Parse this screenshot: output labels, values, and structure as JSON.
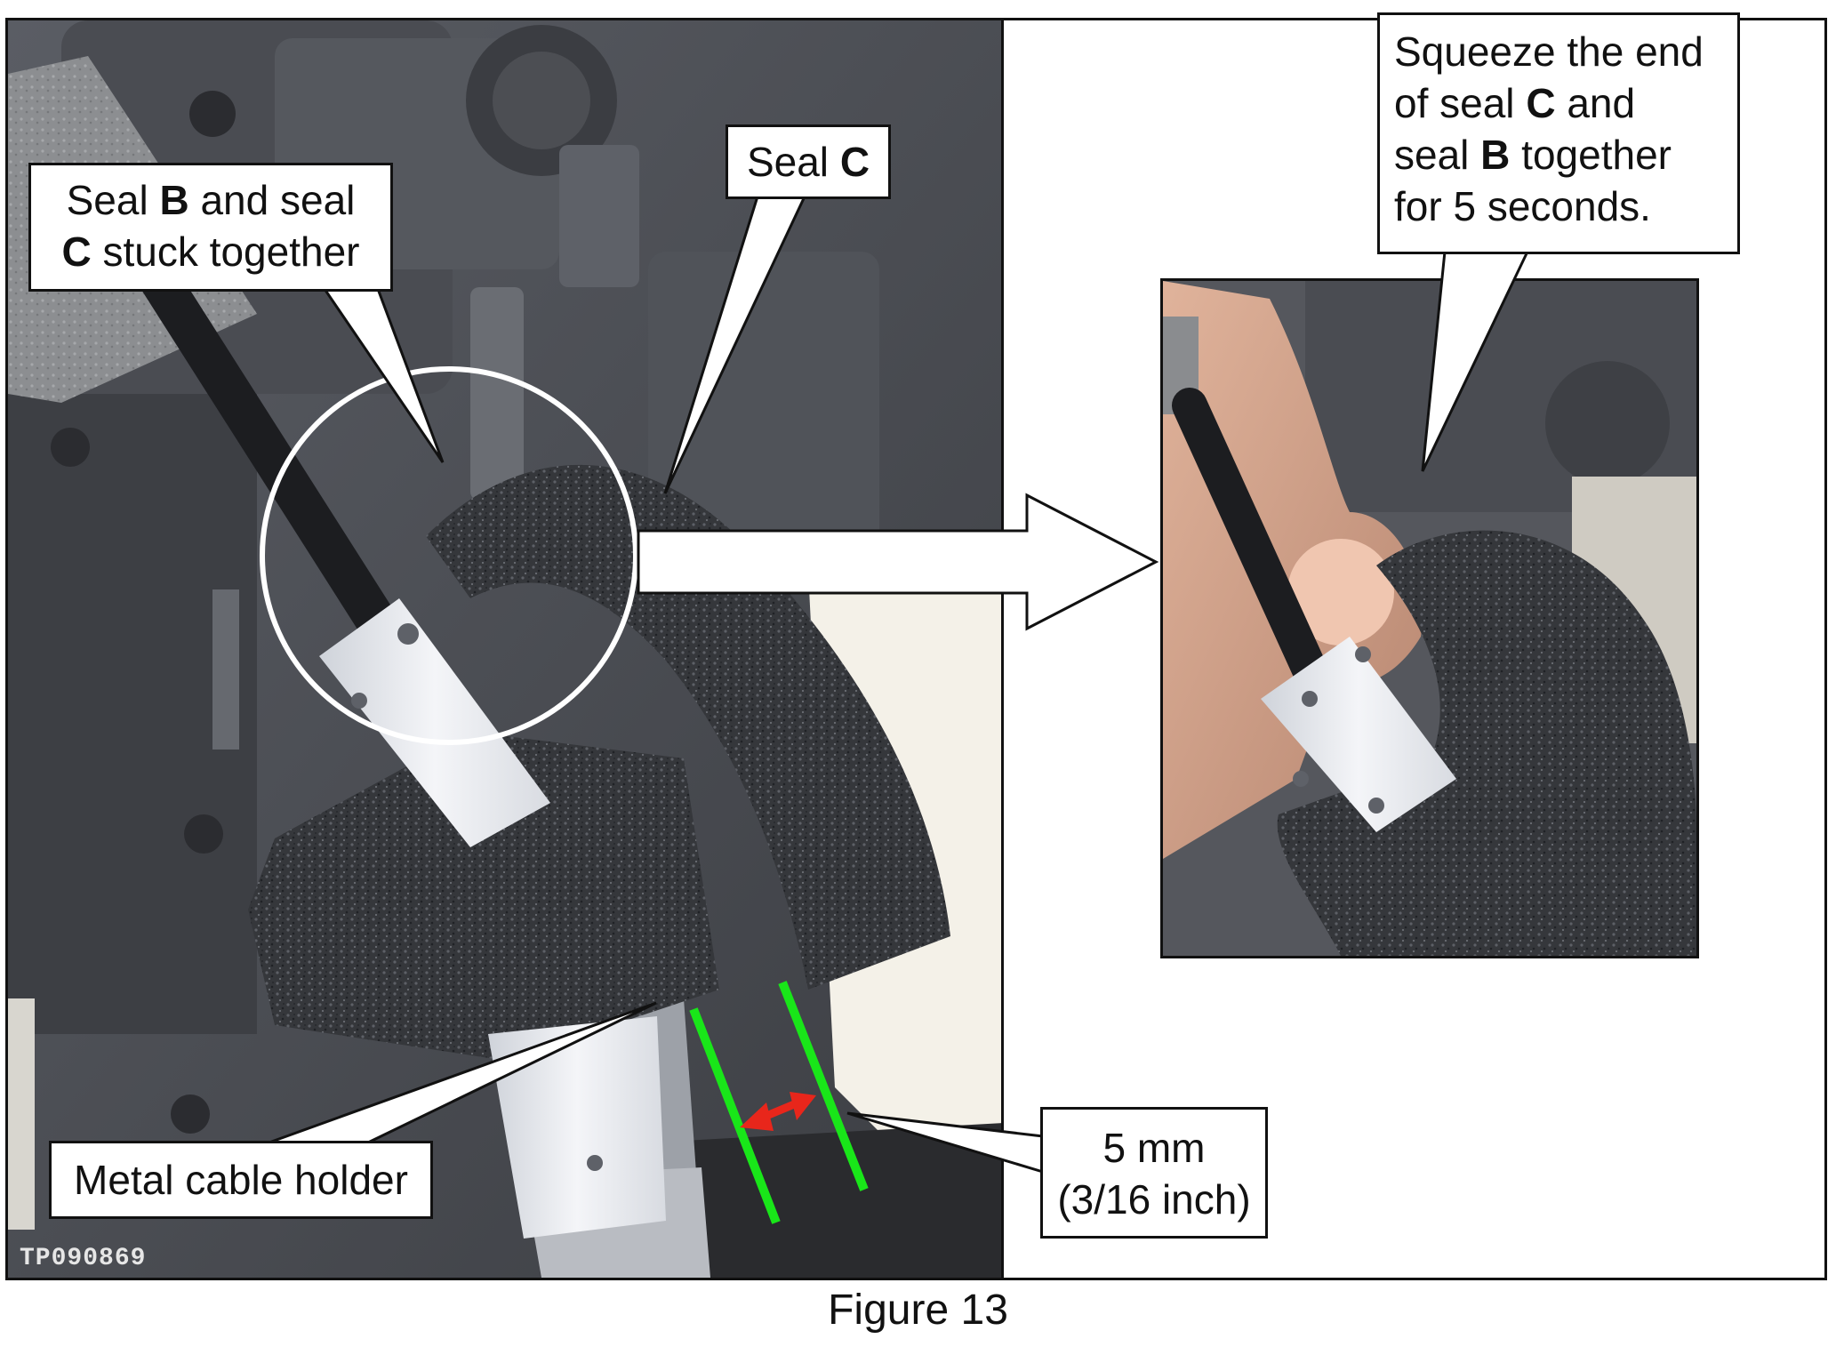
{
  "callouts": {
    "seal_b_and_c": {
      "line1_a": "Seal ",
      "line1_b": "B",
      "line1_c": " and seal",
      "line2_a": "C",
      "line2_b": " stuck together"
    },
    "seal_c": {
      "a": "Seal ",
      "b": "C"
    },
    "squeeze": {
      "line1": "Squeeze the end",
      "line2_a": "of seal ",
      "line2_b": "C",
      "line2_c": " and",
      "line3_a": "seal ",
      "line3_b": "B",
      "line3_c": " together",
      "line4": "for 5 seconds."
    },
    "metal_cable_holder": "Metal cable holder",
    "measurement": {
      "line1": "5 mm",
      "line2": "(3/16 inch)"
    }
  },
  "image_id": "TP090869",
  "figure_caption": "Figure 13",
  "colors": {
    "measurement_lines": "#19e619",
    "measurement_arrow": "#e8261b",
    "foam": "#35373b",
    "clip": "#eef0f4"
  }
}
